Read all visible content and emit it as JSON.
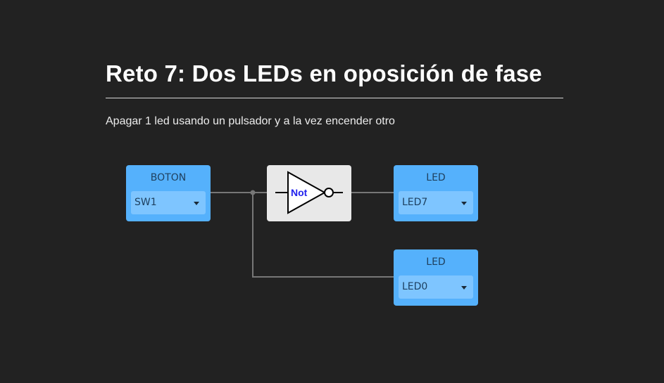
{
  "page": {
    "title": "Reto 7: Dos LEDs en oposición de fase",
    "subtitle": "Apagar 1 led usando un pulsador y a la vez encender otro"
  },
  "diagram": {
    "button_block": {
      "label": "BOTON",
      "value": "SW1"
    },
    "gate": {
      "label": "Not"
    },
    "led_top": {
      "label": "LED",
      "value": "LED7"
    },
    "led_bottom": {
      "label": "LED",
      "value": "LED0"
    }
  },
  "colors": {
    "background": "#222222",
    "block": "#55b1fc",
    "gate_block": "#e8e8e8",
    "gate_text": "#2222ee",
    "wire": "#777777"
  }
}
